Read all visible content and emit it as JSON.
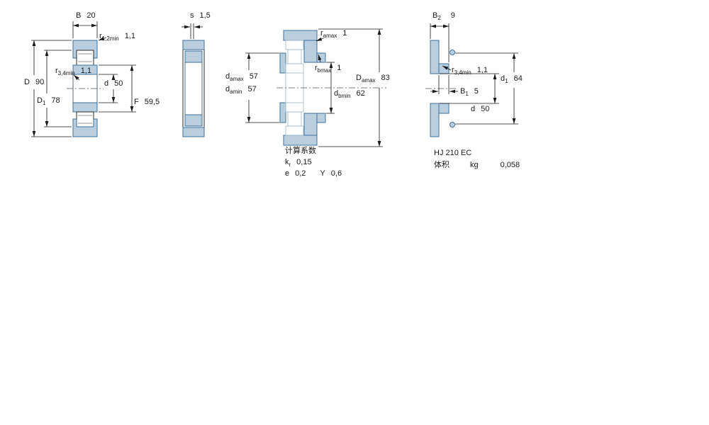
{
  "drawing": {
    "fig1": {
      "B": {
        "base": "B",
        "sub": "",
        "val": "20"
      },
      "r12": {
        "base": "r",
        "sub": "1,2min",
        "val": "1,1"
      },
      "D": {
        "base": "D",
        "sub": "",
        "val": "90"
      },
      "D1": {
        "base": "D",
        "sub": "1",
        "val": "78"
      },
      "r34": {
        "base": "r",
        "sub": "3,4min",
        "val": "1,1"
      },
      "d": {
        "base": "d",
        "sub": "",
        "val": "50"
      },
      "F": {
        "base": "F",
        "sub": "",
        "val": "59,5"
      }
    },
    "fig2": {
      "s": {
        "base": "s",
        "sub": "",
        "val": "1,5"
      }
    },
    "fig3": {
      "ramax": {
        "base": "r",
        "sub": "amax",
        "val": "1"
      },
      "rbmax": {
        "base": "r",
        "sub": "bmax",
        "val": "1"
      },
      "damax": {
        "base": "d",
        "sub": "amax",
        "val": "57"
      },
      "damin": {
        "base": "d",
        "sub": "amin",
        "val": "57"
      },
      "dbmin": {
        "base": "d",
        "sub": "bmin",
        "val": "62"
      },
      "Damax": {
        "base": "D",
        "sub": "amax",
        "val": "83"
      }
    },
    "fig4": {
      "B2": {
        "base": "B",
        "sub": "2",
        "val": "9"
      },
      "r34": {
        "base": "r",
        "sub": "3,4min",
        "val": "1,1"
      },
      "d1": {
        "base": "d",
        "sub": "1",
        "val": "64"
      },
      "B1": {
        "base": "B",
        "sub": "1",
        "val": "5"
      },
      "d": {
        "base": "d",
        "sub": "",
        "val": "50"
      }
    },
    "factors": {
      "title": "计算系数",
      "kr": {
        "base": "k",
        "sub": "r",
        "val": "0,15"
      },
      "e": {
        "base": "e",
        "val": "0,2"
      },
      "Y": {
        "base": "Y",
        "val": "0,6"
      }
    },
    "product": {
      "designation": "HJ 210 EC",
      "mass_label": "体积",
      "mass_unit": "kg",
      "mass_value": "0,058"
    }
  },
  "colors": {
    "section-fill": "#b9cfe0",
    "section-stroke": "#41719c",
    "line": "#1a1a1a"
  }
}
